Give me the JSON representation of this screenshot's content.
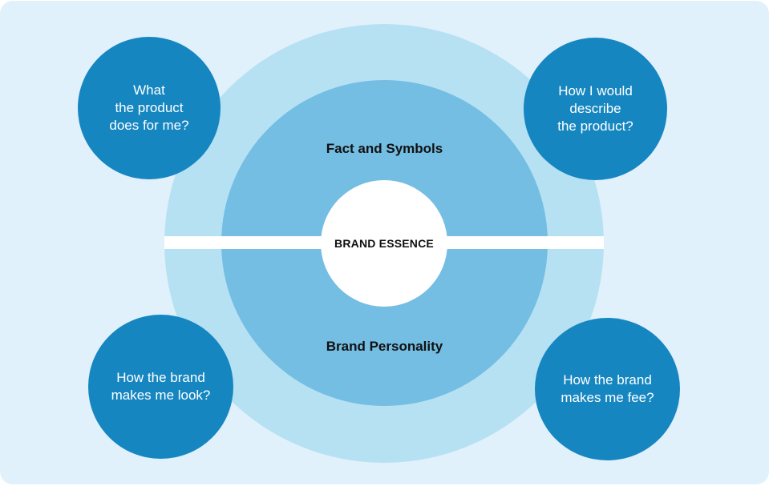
{
  "diagram": {
    "core_label": "BRAND ESSENCE",
    "upper_ring_label": "Fact and Symbols",
    "lower_ring_label": "Brand Personality",
    "questions": {
      "top_left": "What\nthe product\ndoes for me?",
      "top_right": "How I would\ndescribe\nthe product?",
      "bottom_left": "How the brand\nmakes me look?",
      "bottom_right": "How the brand\nmakes me fee?"
    }
  },
  "colors": {
    "background": "#e1f1fb",
    "outer_ring": "#b6e1f3",
    "inner_ring": "#74bde3",
    "core": "#ffffff",
    "question_circle": "#1686c1",
    "question_text": "#ffffff",
    "label_text": "#111111"
  }
}
